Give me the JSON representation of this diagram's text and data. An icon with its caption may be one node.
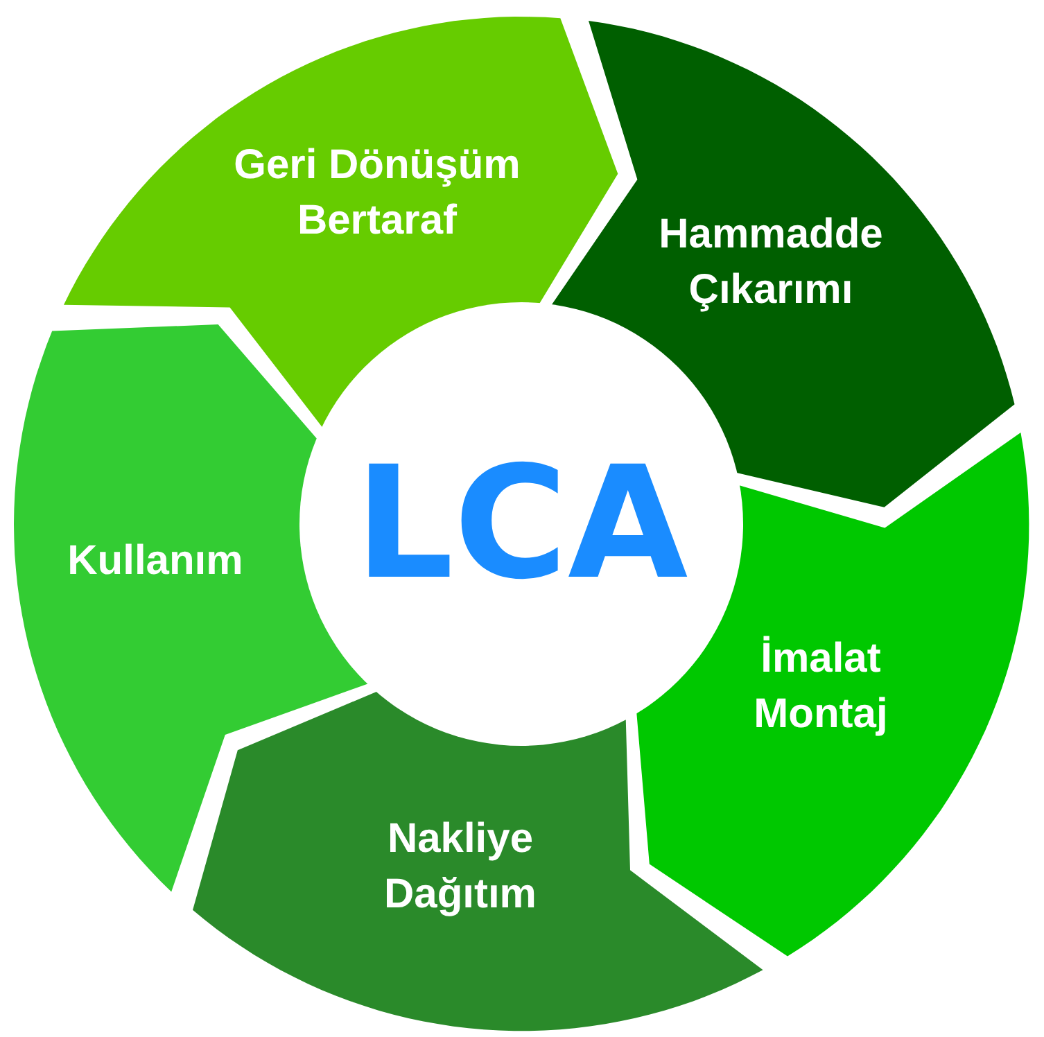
{
  "diagram": {
    "nodes": [
      {
        "text": [
          "LCA"
        ]
      },
      {
        "text": [
          "Hammadde Çıkarımı"
        ]
      },
      {
        "text": [
          "İmalat Montaj"
        ]
      },
      {
        "text": [
          "Nakliye Dağıtım"
        ]
      },
      {
        "text": [
          "Kullanım"
        ]
      },
      {
        "text": [
          "Geri Dönüşüm Bertaraf"
        ]
      }
    ]
  }
}
